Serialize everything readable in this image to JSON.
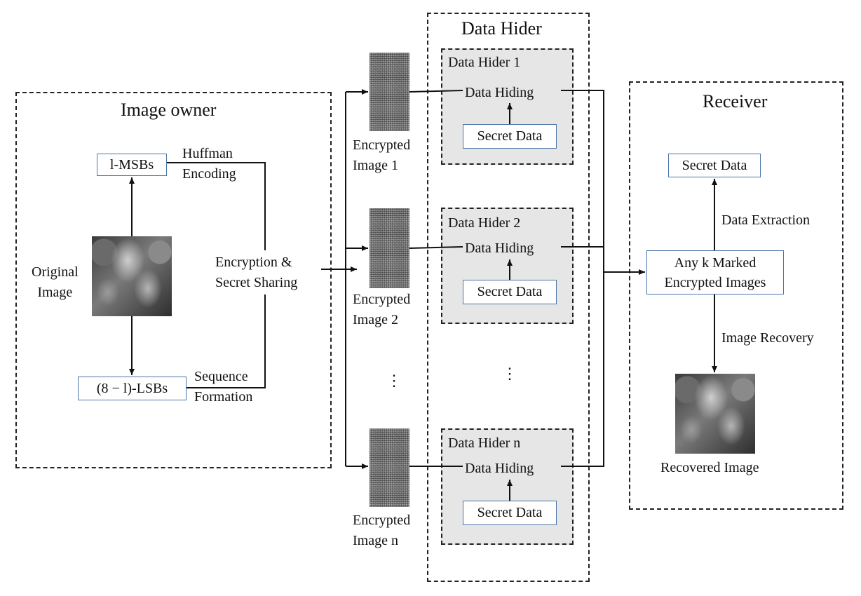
{
  "owner": {
    "title": "Image owner",
    "msb": "l-MSBs",
    "lsb": "(8 − l)-LSBs",
    "huffman": [
      "Huffman",
      "Encoding"
    ],
    "sequence": [
      "Sequence",
      "Formation"
    ],
    "original": [
      "Original",
      "Image"
    ],
    "encryption": [
      "Encryption &",
      "Secret Sharing"
    ]
  },
  "encrypted": [
    {
      "line1": "Encrypted",
      "line2": "Image 1"
    },
    {
      "line1": "Encrypted",
      "line2": "Image 2"
    },
    {
      "line1": "Encrypted",
      "line2": "Image n"
    }
  ],
  "hider": {
    "title": "Data Hider",
    "boxes": [
      {
        "title": "Data Hider 1",
        "hiding": "Data Hiding",
        "secret": "Secret Data"
      },
      {
        "title": "Data Hider 2",
        "hiding": "Data Hiding",
        "secret": "Secret Data"
      },
      {
        "title": "Data Hider n",
        "hiding": "Data Hiding",
        "secret": "Secret Data"
      }
    ]
  },
  "receiver": {
    "title": "Receiver",
    "secret": "Secret Data",
    "extraction": "Data Extraction",
    "marked": [
      "Any k Marked",
      "Encrypted Images"
    ],
    "recovery": "Image Recovery",
    "recovered": "Recovered Image"
  },
  "ellipsis": "⋮"
}
